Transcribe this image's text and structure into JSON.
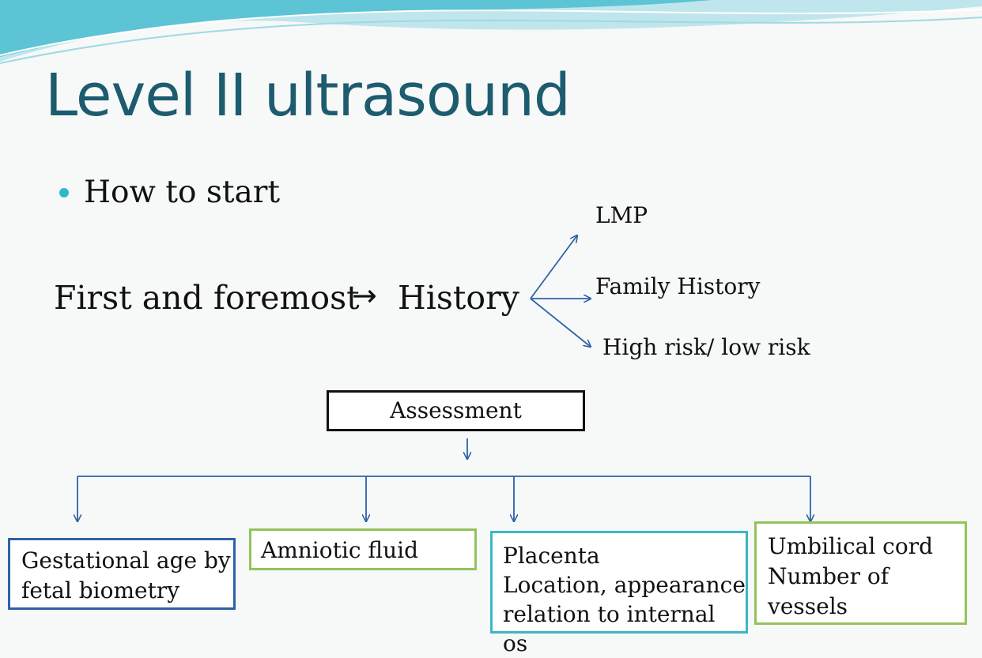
{
  "slide": {
    "title": "Level II ultrasound",
    "bullet": "How to start",
    "flow": {
      "left": "First and foremost",
      "arrow": "→",
      "right": "History"
    },
    "history_items": [
      "LMP",
      "Family History",
      "High risk/ low risk"
    ],
    "assessment": "Assessment",
    "categories": [
      {
        "lines": [
          "Gestational age by",
          "fetal biometry"
        ]
      },
      {
        "lines": [
          "Amniotic fluid"
        ]
      },
      {
        "lines": [
          "Placenta",
          "Location, appearance",
          "relation to internal os"
        ]
      },
      {
        "lines": [
          "Umbilical cord",
          "Number of",
          "vessels"
        ]
      }
    ]
  },
  "colors": {
    "title": "#1c5c6e",
    "bullet": "#2fb8cc",
    "connector": "#2e62a5",
    "box_blue": "#2e62a5",
    "box_green": "#93c45a",
    "box_cyan": "#3bb7c6"
  }
}
